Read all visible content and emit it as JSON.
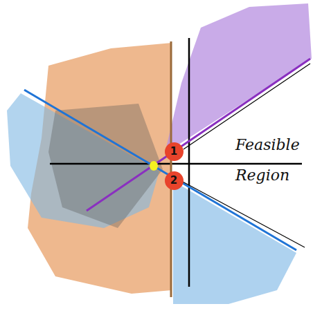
{
  "diagram": {
    "nodes": [
      {
        "text": [
          "1"
        ]
      },
      {
        "text": [
          "2"
        ]
      }
    ],
    "labels": [
      "Feasible Region"
    ]
  }
}
